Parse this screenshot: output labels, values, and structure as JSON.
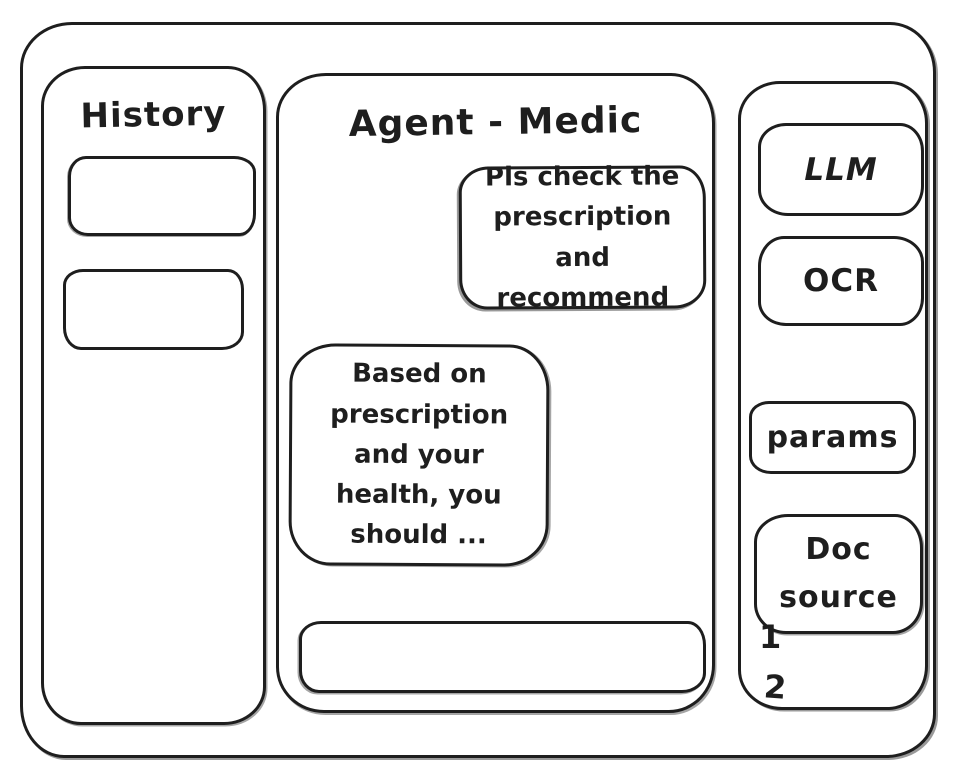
{
  "colors": {
    "ink": "#1e1e1e",
    "background": "#ffffff"
  },
  "history_panel": {
    "title": "History",
    "items": [
      {
        "label": ""
      },
      {
        "label": ""
      }
    ]
  },
  "chat_panel": {
    "title": "Agent - Medic",
    "messages": [
      {
        "role": "user",
        "text": "Pls check the prescription and recommend"
      },
      {
        "role": "agent",
        "text": "Based on prescription and your health, you should ..."
      }
    ],
    "input": {
      "value": ""
    }
  },
  "tools_panel": {
    "buttons": [
      {
        "label": "LLM"
      },
      {
        "label": "OCR"
      },
      {
        "label": "params"
      },
      {
        "label": "Doc source"
      }
    ],
    "doc_source_items": [
      "1",
      "2"
    ]
  }
}
